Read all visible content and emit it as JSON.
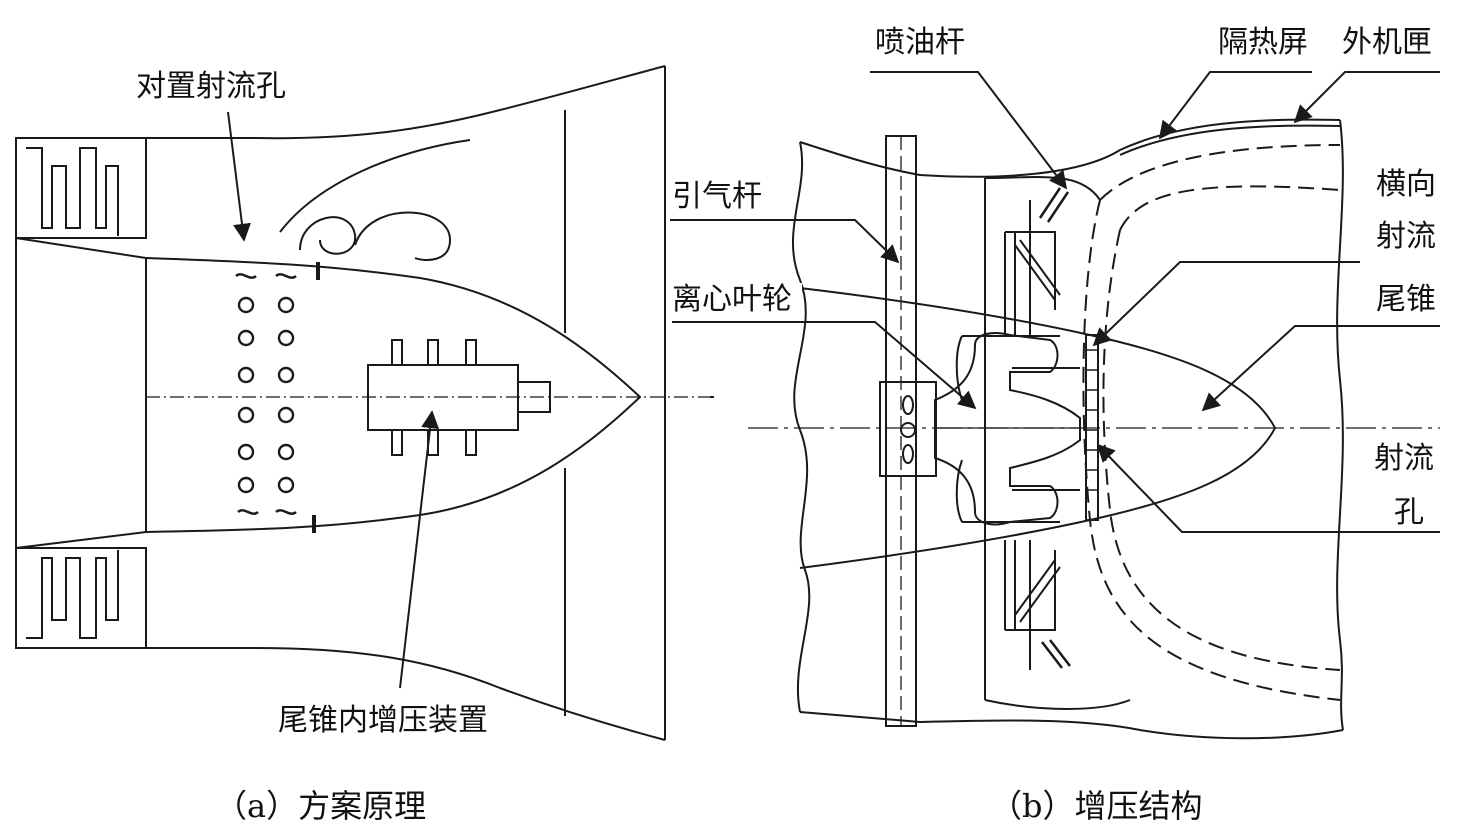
{
  "panel_a": {
    "caption": "（a）方案原理",
    "labels": {
      "opposed_jet_holes": "对置射流孔",
      "tailcone_booster": "尾锥内增压装置"
    }
  },
  "panel_b": {
    "caption": "（b）增压结构",
    "labels": {
      "fuel_spray_bar": "喷油杆",
      "heat_shield": "隔热屏",
      "outer_casing": "外机匣",
      "bleed_bar": "引气杆",
      "transverse_jet_1": "横向",
      "transverse_jet_2": "射流",
      "centrifugal_impeller": "离心叶轮",
      "tail_cone": "尾锥",
      "jet_hole_1": "射流",
      "jet_hole_2": "孔"
    }
  },
  "colors": {
    "line": "#1a1a1a",
    "background": "#ffffff"
  }
}
